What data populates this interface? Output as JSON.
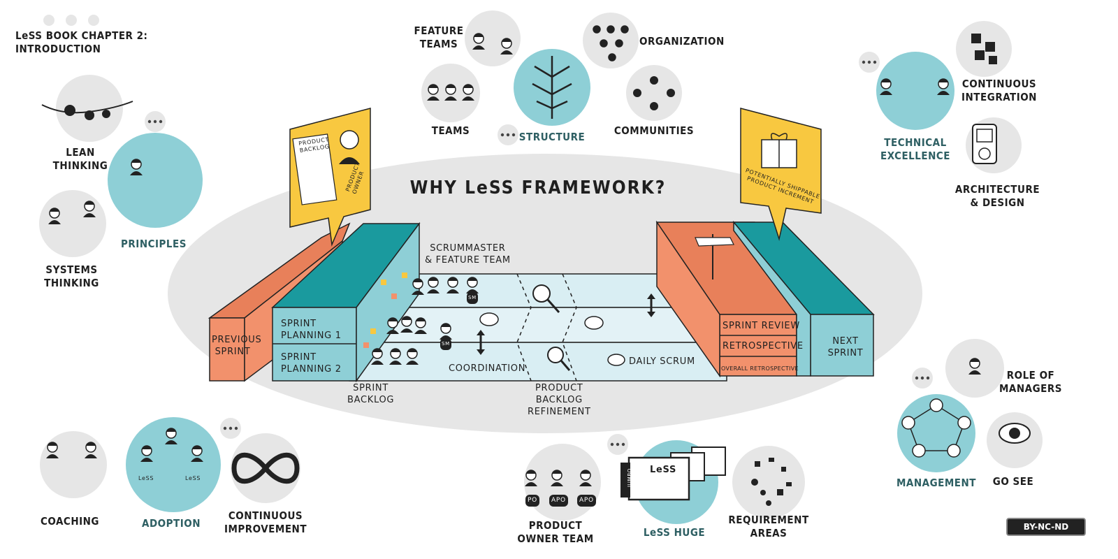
{
  "chapter": "LeSS BOOK CHAPTER 2:\nINTRODUCTION",
  "title": "WHY LeSS FRAMEWORK?",
  "colors": {
    "teal": "#1a9a9e",
    "light_teal": "#8ecfd6",
    "salmon": "#f2916c",
    "yellow": "#f8c840",
    "pale_blue": "#d9eef3",
    "grey": "#e6e6e6"
  },
  "topics": {
    "lean_thinking": "LEAN\nTHINKING",
    "principles": "PRINCIPLES",
    "systems_thinking": "SYSTEMS\nTHINKING",
    "feature_teams": "FEATURE\nTEAMS",
    "teams": "TEAMS",
    "structure": "STRUCTURE",
    "organization": "ORGANIZATION",
    "communities": "COMMUNITIES",
    "technical_excellence": "TECHNICAL\nEXCELLENCE",
    "continuous_integration": "CONTINUOUS\nINTEGRATION",
    "architecture_design": "ARCHITECTURE\n& DESIGN",
    "role_of_managers": "ROLE OF\nMANAGERS",
    "management": "MANAGEMENT",
    "go_see": "GO SEE",
    "coaching": "COACHING",
    "adoption": "ADOPTION",
    "continuous_improvement": "CONTINUOUS\nIMPROVEMENT",
    "product_owner_team": "PRODUCT\nOWNER TEAM",
    "less_huge": "LeSS HUGE",
    "requirement_areas": "REQUIREMENT\nAREAS"
  },
  "sprint": {
    "previous_sprint": "PREVIOUS\nSPRINT",
    "next_sprint": "NEXT\nSPRINT",
    "sprint_planning_1": "SPRINT\nPLANNING 1",
    "sprint_planning_2": "SPRINT\nPLANNING 2",
    "scrummaster_feature_team": "SCRUMMASTER\n& FEATURE TEAM",
    "coordination": "COORDINATION",
    "daily_scrum": "DAILY SCRUM",
    "sprint_backlog": "SPRINT\nBACKLOG",
    "product_backlog_refinement": "PRODUCT\nBACKLOG\nREFINEMENT",
    "sprint_review": "SPRINT REVIEW",
    "retrospective": "RETROSPECTIVE",
    "overall_retrospective": "OVERALL RETROSPECTIVE",
    "product_backlog_card": "PRODUCT\nBACKLOG",
    "product_owner_card": "PRODUCT\nOWNER",
    "increment_card": "POTENTIALLY SHIPPABLE\nPRODUCT INCREMENT"
  },
  "badges": {
    "sm": "SM",
    "po": "PO",
    "apo": "APO",
    "less": "LeSS",
    "jumbo": "JUMBO"
  },
  "license": "BY-NC-ND"
}
